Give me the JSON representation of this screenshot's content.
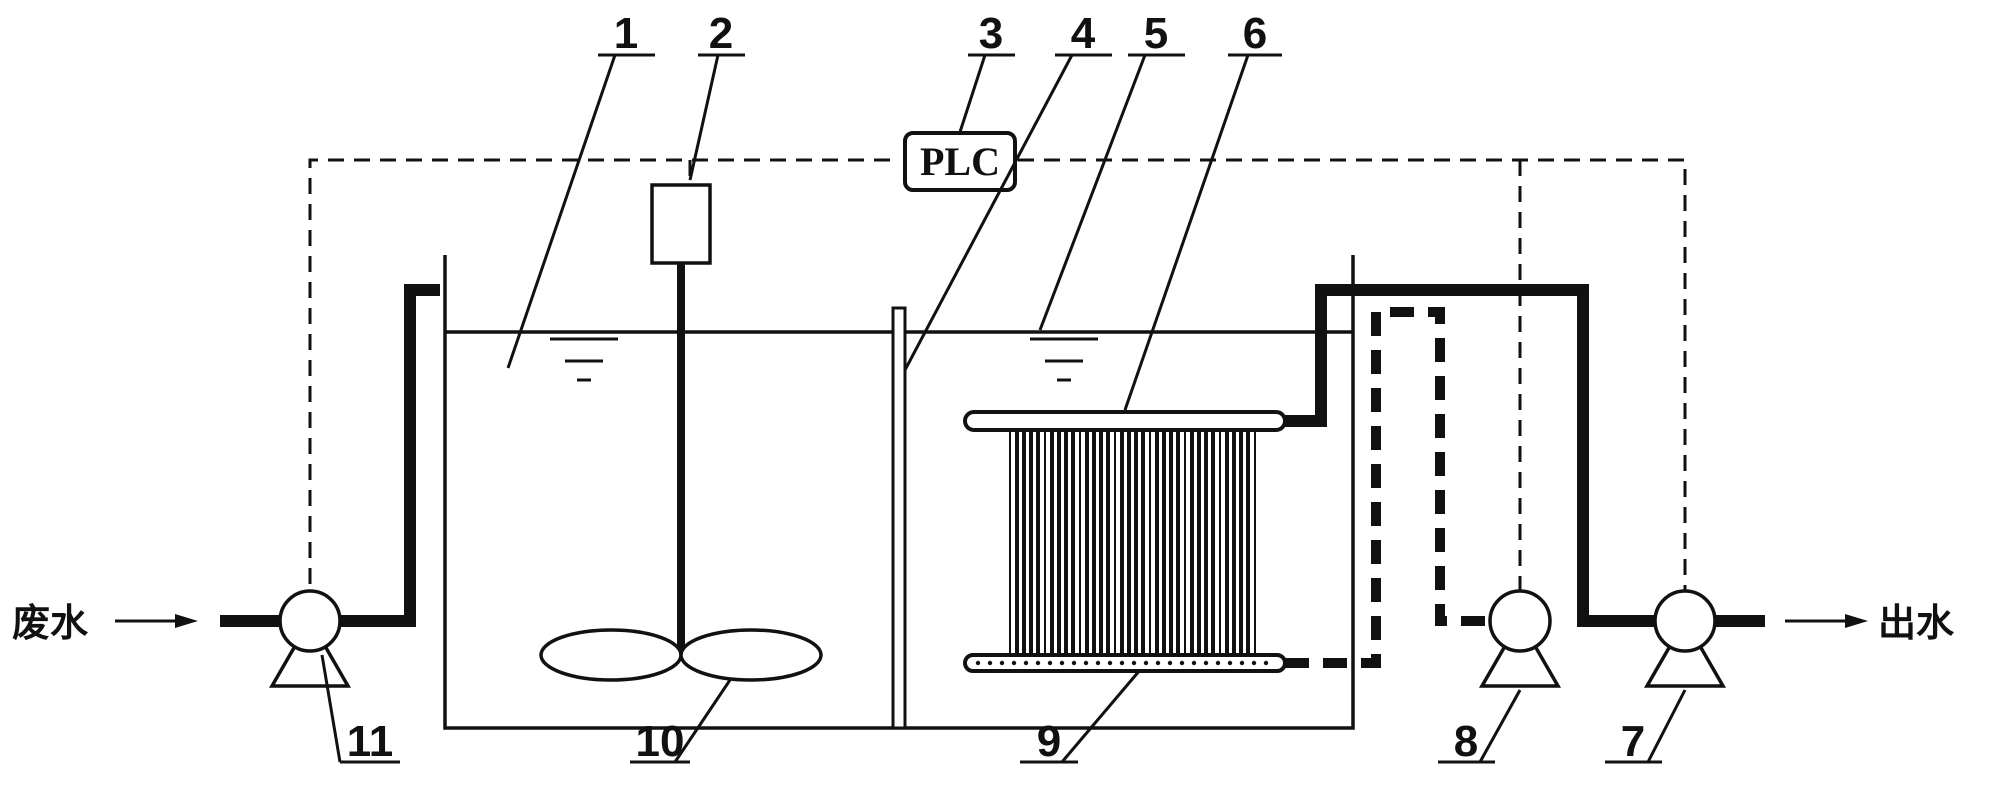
{
  "labels": {
    "n1": "1",
    "n2": "2",
    "n3": "3",
    "n4": "4",
    "n5": "5",
    "n6": "6",
    "n7": "7",
    "n8": "8",
    "n9": "9",
    "n10": "10",
    "n11": "11"
  },
  "controller": {
    "text": "PLC"
  },
  "inlet": {
    "text": "废水"
  },
  "outlet": {
    "text": "出水"
  }
}
